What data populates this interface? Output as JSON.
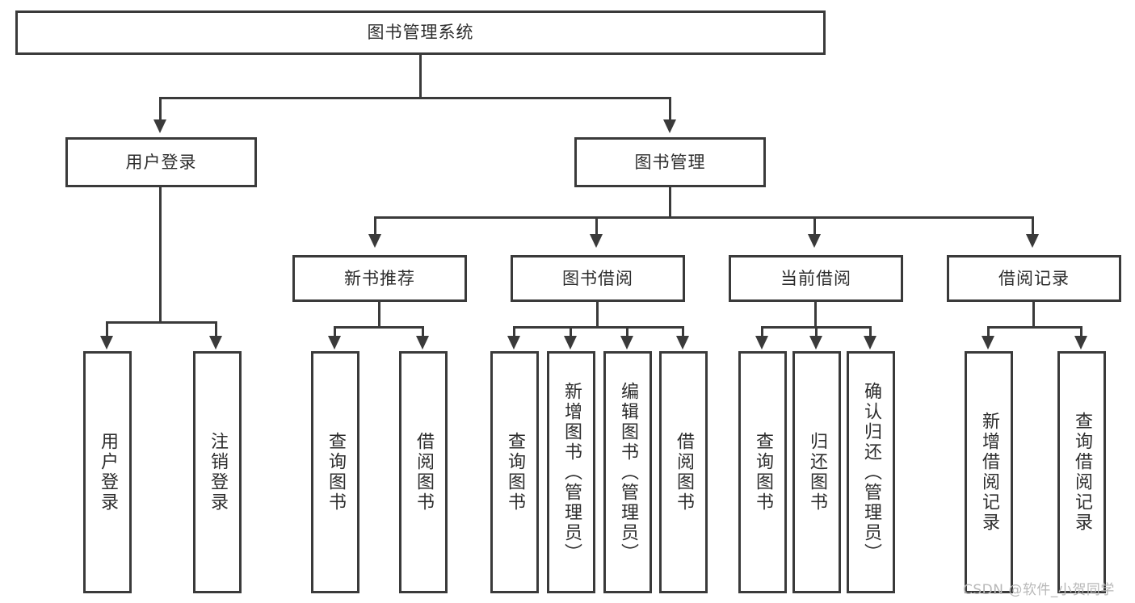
{
  "diagram": {
    "type": "tree",
    "title": "图书管理系统",
    "root": {
      "id": "root",
      "label": "图书管理系统"
    },
    "level2": [
      {
        "id": "user-login",
        "label": "用户登录"
      },
      {
        "id": "book-manage",
        "label": "图书管理"
      }
    ],
    "level3": [
      {
        "id": "new-book-recommend",
        "label": "新书推荐",
        "parent": "book-manage"
      },
      {
        "id": "book-borrow",
        "label": "图书借阅",
        "parent": "book-manage"
      },
      {
        "id": "current-borrow",
        "label": "当前借阅",
        "parent": "book-manage"
      },
      {
        "id": "borrow-record",
        "label": "借阅记录",
        "parent": "book-manage"
      }
    ],
    "leaves": {
      "user_login": [
        {
          "id": "leaf-user-login",
          "label": "用户登录"
        },
        {
          "id": "leaf-logout-login",
          "label": "注销登录"
        }
      ],
      "new_book_recommend": [
        {
          "id": "leaf-query-book-1",
          "label": "查询图书"
        },
        {
          "id": "leaf-borrow-book-1",
          "label": "借阅图书"
        }
      ],
      "book_borrow": [
        {
          "id": "leaf-query-book-2",
          "label": "查询图书"
        },
        {
          "id": "leaf-add-book",
          "label": "新增图书（管理员）"
        },
        {
          "id": "leaf-edit-book",
          "label": "编辑图书（管理员）"
        },
        {
          "id": "leaf-borrow-book-2",
          "label": "借阅图书"
        }
      ],
      "current_borrow": [
        {
          "id": "leaf-query-book-3",
          "label": "查询图书"
        },
        {
          "id": "leaf-return-book",
          "label": "归还图书"
        },
        {
          "id": "leaf-confirm-return",
          "label": "确认归还（管理员）"
        }
      ],
      "borrow_record": [
        {
          "id": "leaf-add-record",
          "label": "新增借阅记录"
        },
        {
          "id": "leaf-query-record",
          "label": "查询借阅记录"
        }
      ]
    }
  },
  "watermark": {
    "text": "CSDN @软件_小贺同学"
  },
  "colors": {
    "border": "#3a3a3a",
    "text": "#2d2d2d",
    "background": "#ffffff",
    "watermark": "#b8b8b8"
  }
}
